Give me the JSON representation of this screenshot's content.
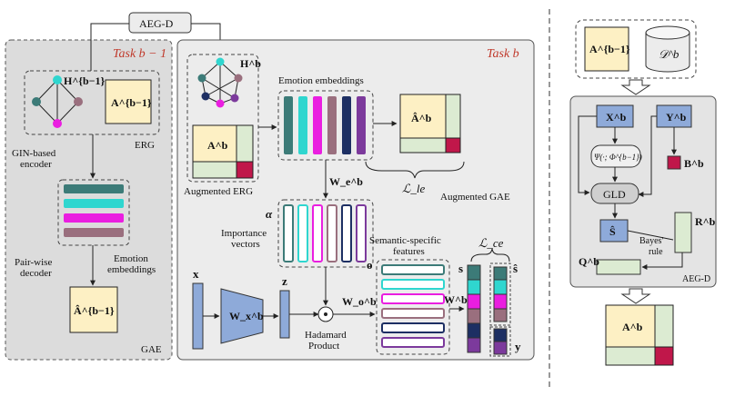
{
  "colors": {
    "panel_gray": "#dcdcdc",
    "panel_light": "#ececec",
    "matrix_yellow": "#fdf0c4",
    "matrix_green": "#dcebd2",
    "matrix_crimson": "#c0174a",
    "node_blue": "#8eaad9",
    "teal": "#3c7b78",
    "cyan": "#2fd6cf",
    "magenta": "#ea1ee0",
    "mauve": "#9a6f7e",
    "navy": "#1d2f63",
    "purple": "#7c3a9c",
    "accent_red": "#c0392b"
  },
  "aeg_top": {
    "label": "AEG-D"
  },
  "left_panel": {
    "task_label": "Task b − 1",
    "h_label": "H^{b−1}",
    "a_label": "A^{b−1}",
    "erg_label": "ERG",
    "encoder_label_1": "GIN-based",
    "encoder_label_2": "encoder",
    "decoder_label_1": "Pair-wise",
    "decoder_label_2": "decoder",
    "emb_label_1": "Emotion",
    "emb_label_2": "embeddings",
    "ahat_label": "Â^{b−1}",
    "gae_label": "GAE"
  },
  "middle_panel": {
    "task_label": "Task b",
    "h_label": "H^b",
    "a_label": "A^b",
    "augmented_erg": "Augmented ERG",
    "emotion_embeddings": "Emotion embeddings",
    "ahat_label": "Â^b",
    "loss_le": "ℒ_le",
    "augmented_gae": "Augmented GAE",
    "we_label": "W_e^b",
    "alpha_label": "α",
    "importance_1": "Importance",
    "importance_2": "vectors",
    "x_label": "x",
    "wx_label": "W_x^b",
    "z_label": "z",
    "wo_label": "W_o^b",
    "hadamard_1": "Hadamard",
    "hadamard_2": "Product",
    "semantic_1": "Semantic-specific",
    "semantic_2": "features",
    "o_label": "o",
    "wb_label": "W^b",
    "s_label": "s",
    "shat_label": "ŝ",
    "y_label": "y",
    "loss_ce": "ℒ_ce"
  },
  "right_panel": {
    "a_label": "A^{b−1}",
    "d_label": "𝒟^b",
    "x_label": "X^b",
    "y_label": "Y^b",
    "psi_label": "Ψ(·; Φ^{b−1})",
    "b_label": "B^b",
    "gld_label": "GLD",
    "shat_label": "Ŝ",
    "r_label": "R^b",
    "bayes_1": "Bayes'",
    "bayes_2": "rule",
    "q_label": "Q^b",
    "aegd_label": "AEG-D",
    "ab_label": "A^b"
  }
}
